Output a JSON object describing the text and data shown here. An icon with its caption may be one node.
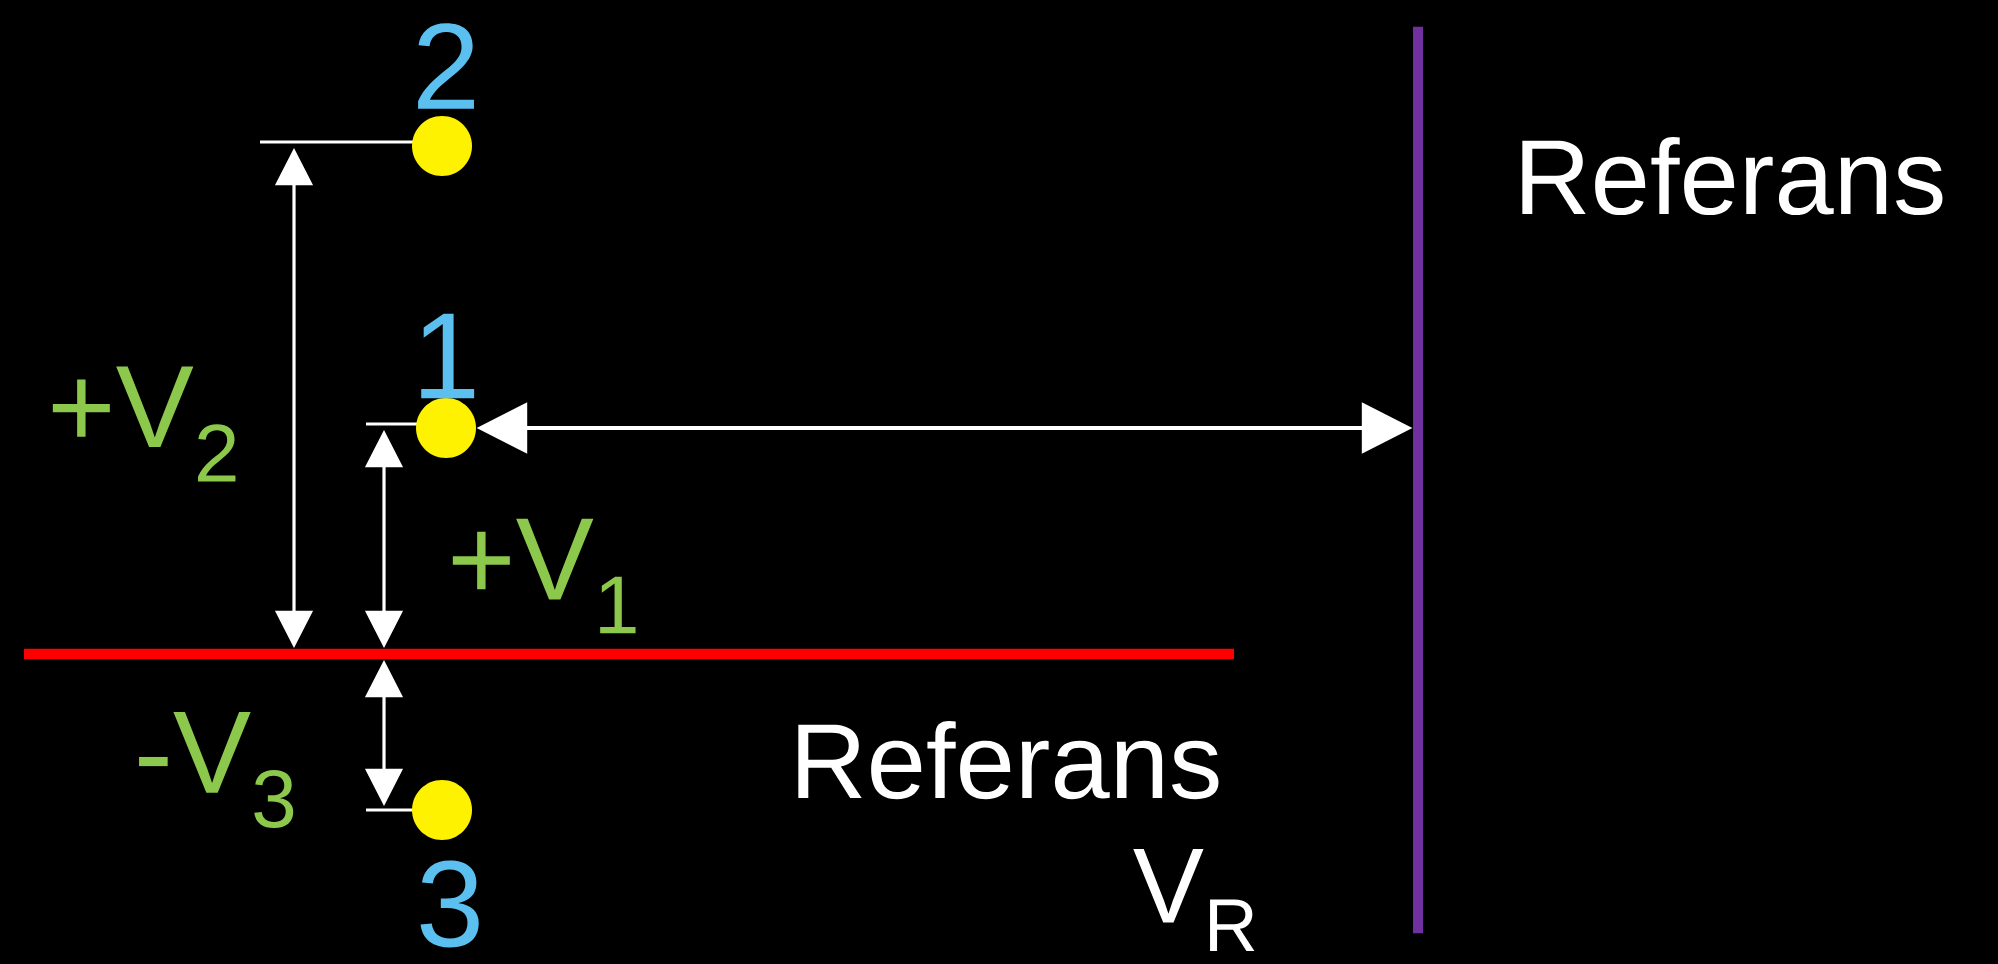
{
  "diagram": {
    "nodes": [
      {
        "text": [],
        "shape": "circle",
        "beside": [
          "2"
        ]
      },
      {
        "text": [],
        "shape": "circle",
        "beside": [
          "1"
        ]
      },
      {
        "text": [],
        "shape": "circle",
        "beside": [
          "3"
        ]
      },
      {
        "text": [],
        "shape": "bar",
        "beside": [
          "Referans"
        ]
      }
    ],
    "edges": [
      {
        "from": 1,
        "to": 3,
        "arrow": "both"
      }
    ],
    "labels": [
      "+V$_{2}$",
      "+V$_{1}$",
      "-V$_{3}$",
      "Referans",
      "V$_{R}$"
    ]
  }
}
